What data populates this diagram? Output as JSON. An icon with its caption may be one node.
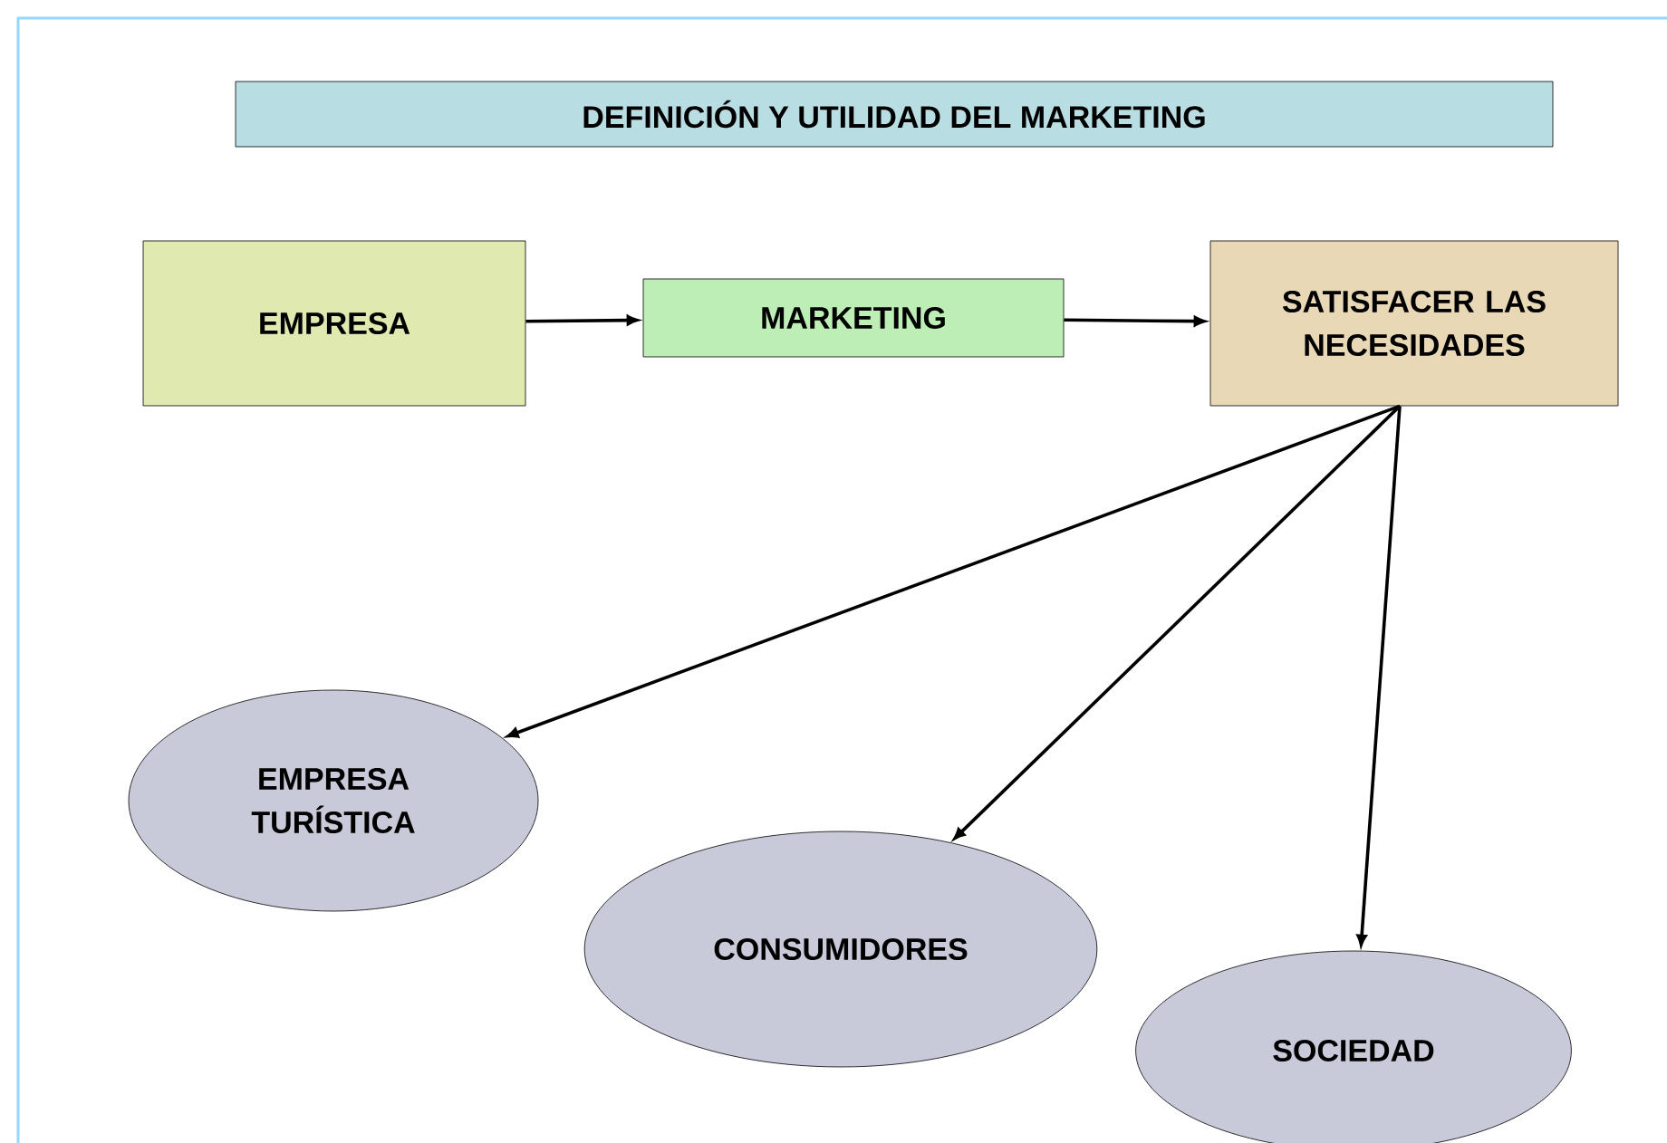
{
  "diagram": {
    "title": "DEFINICIÓN Y UTILIDAD DEL MARKETING",
    "nodes": [
      {
        "text": [
          "EMPRESA"
        ]
      },
      {
        "text": [
          "MARKETING"
        ]
      },
      {
        "text": [
          "SATISFACER LAS NECESIDADES"
        ]
      },
      {
        "text": [
          "EMPRESA TURÍSTICA"
        ]
      },
      {
        "text": [
          "CONSUMIDORES"
        ]
      },
      {
        "text": [
          "SOCIEDAD"
        ]
      }
    ],
    "edges": [
      {
        "from": 0,
        "to": 1,
        "arrow": "to"
      },
      {
        "from": 1,
        "to": 2,
        "arrow": "to"
      },
      {
        "from": 2,
        "to": 3,
        "arrow": "to"
      },
      {
        "from": 2,
        "to": 4,
        "arrow": "to"
      },
      {
        "from": 2,
        "to": 5,
        "arrow": "to"
      }
    ]
  }
}
